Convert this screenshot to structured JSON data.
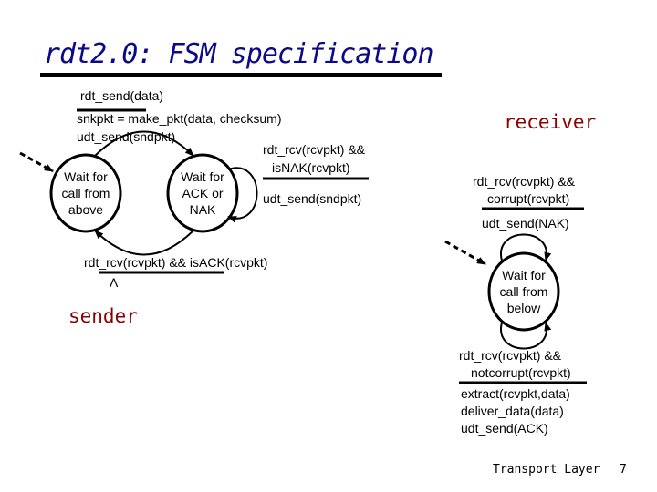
{
  "title": "rdt2.0: FSM specification",
  "sender": {
    "label": "sender",
    "states": [
      {
        "id": "wait-call-above",
        "lines": [
          "Wait for",
          "call from",
          "above"
        ]
      },
      {
        "id": "wait-ack-nak",
        "lines": [
          "Wait for",
          "ACK or",
          "NAK"
        ]
      }
    ],
    "transitions": {
      "send": {
        "event": "rdt_send(data)",
        "actions": [
          "snkpkt = make_pkt(data, checksum)",
          "udt_send(sndpkt)"
        ]
      },
      "nak": {
        "event": [
          "rdt_rcv(rcvpkt) &&",
          "isNAK(rcvpkt)"
        ],
        "action": "udt_send(sndpkt)"
      },
      "ack": {
        "event": "rdt_rcv(rcvpkt) && isACK(rcvpkt)",
        "action": "Λ"
      }
    }
  },
  "receiver": {
    "label": "receiver",
    "state": {
      "id": "wait-call-below",
      "lines": [
        "Wait for",
        "call from",
        "below"
      ]
    },
    "transitions": {
      "corrupt": {
        "event": [
          "rdt_rcv(rcvpkt) &&",
          "corrupt(rcvpkt)"
        ],
        "action": "udt_send(NAK)"
      },
      "notcorrupt": {
        "event": [
          "rdt_rcv(rcvpkt) &&",
          "notcorrupt(rcvpkt)"
        ],
        "actions": [
          "extract(rcvpkt,data)",
          "deliver_data(data)",
          "udt_send(ACK)"
        ]
      }
    }
  },
  "footer": {
    "section": "Transport Layer",
    "page": "7"
  }
}
